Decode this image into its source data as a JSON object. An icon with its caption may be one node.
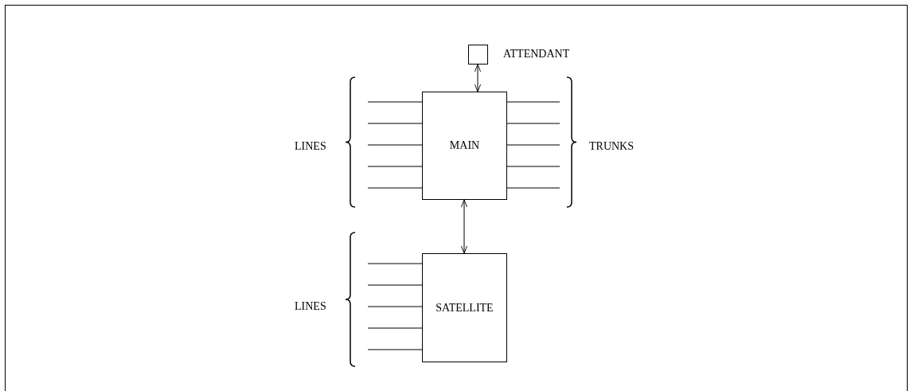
{
  "diagram": {
    "nodes": [
      {
        "text": [],
        "shape": "box",
        "beside": [
          "ATTENDANT"
        ]
      },
      {
        "text": [
          "MAIN"
        ]
      },
      {
        "text": [
          "SATELLITE"
        ]
      }
    ],
    "edges": [
      {
        "from": 0,
        "to": 1,
        "arrow": "both"
      },
      {
        "from": 1,
        "to": 2,
        "arrow": "both"
      },
      {
        "from": null,
        "to": 1,
        "arrow": "none"
      },
      {
        "from": null,
        "to": 1,
        "arrow": "none"
      },
      {
        "from": null,
        "to": 1,
        "arrow": "none"
      },
      {
        "from": null,
        "to": 1,
        "arrow": "none"
      },
      {
        "from": null,
        "to": 1,
        "arrow": "none"
      },
      {
        "from": 1,
        "to": null,
        "arrow": "none"
      },
      {
        "from": 1,
        "to": null,
        "arrow": "none"
      },
      {
        "from": 1,
        "to": null,
        "arrow": "none"
      },
      {
        "from": 1,
        "to": null,
        "arrow": "none"
      },
      {
        "from": 1,
        "to": null,
        "arrow": "none"
      },
      {
        "from": null,
        "to": 2,
        "arrow": "none"
      },
      {
        "from": null,
        "to": 2,
        "arrow": "none"
      },
      {
        "from": null,
        "to": 2,
        "arrow": "none"
      },
      {
        "from": null,
        "to": 2,
        "arrow": "none"
      },
      {
        "from": null,
        "to": 2,
        "arrow": "none"
      }
    ],
    "labels": [
      "LINES",
      "TRUNKS",
      "LINES"
    ]
  }
}
